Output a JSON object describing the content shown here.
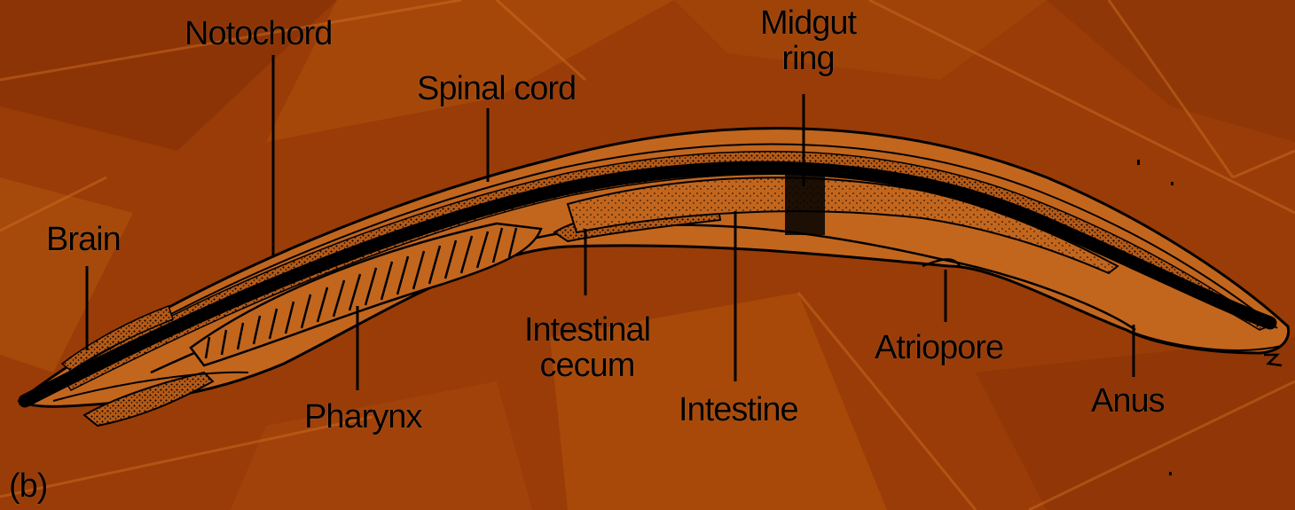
{
  "diagram": {
    "panel_marker": "(b)",
    "colors": {
      "background": "#9a3c08",
      "background_light": "#c2600f",
      "background_dark": "#7e2c04",
      "body_fill": "#c2661e",
      "ink": "#000000"
    },
    "labels": {
      "notochord": "Notochord",
      "midgut_ring_line1": "Midgut",
      "midgut_ring_line2": "ring",
      "spinal_cord": "Spinal cord",
      "brain": "Brain",
      "intestinal_cecum_line1": "Intestinal",
      "intestinal_cecum_line2": "cecum",
      "intestine": "Intestine",
      "atriopore": "Atriopore",
      "pharynx": "Pharynx",
      "anus": "Anus"
    }
  }
}
